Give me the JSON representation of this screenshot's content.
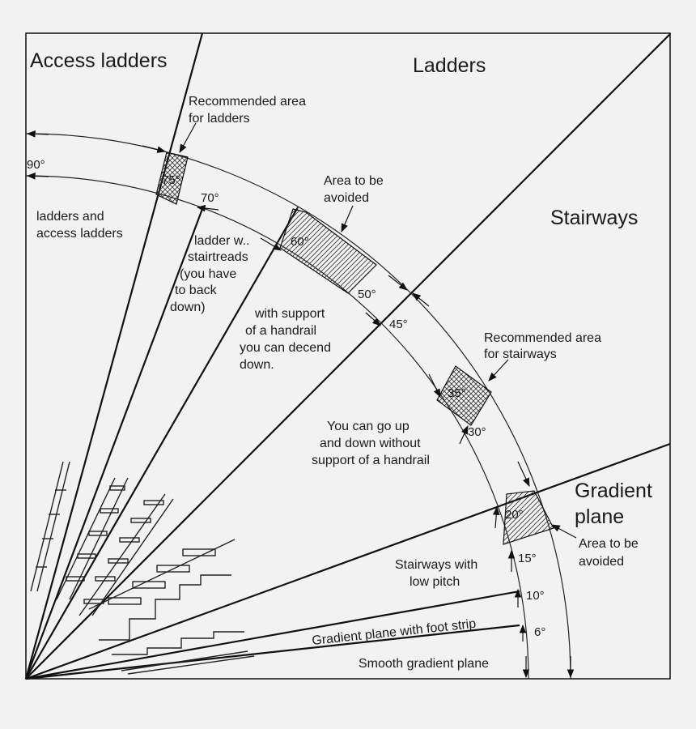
{
  "regions": {
    "access_ladders": "Access ladders",
    "ladders": "Ladders",
    "stairways": "Stairways",
    "gradient_plane_line1": "Gradient",
    "gradient_plane_line2": "plane"
  },
  "notes": {
    "recommended_ladders_1": "Recommended area",
    "recommended_ladders_2": "for ladders",
    "avoid_upper_1": "Area to be",
    "avoid_upper_2": "avoided",
    "recommended_stairs_1": "Recommended area",
    "recommended_stairs_2": "for stairways",
    "avoid_lower_1": "Area to be",
    "avoid_lower_2": "avoided",
    "ladders_access_1": "ladders and",
    "ladders_access_2": "access ladders",
    "stairtreads_1": "ladder w..",
    "stairtreads_2": "stairtreads",
    "stairtreads_3": "(you have",
    "stairtreads_4": "to back",
    "stairtreads_5": "down)",
    "handrail_1": "with support",
    "handrail_2": "of a handrail",
    "handrail_3": "you can decend",
    "handrail_4": "down.",
    "updown_1": "You can go up",
    "updown_2": "and down without",
    "updown_3": "support of a handrail",
    "low_pitch_1": "Stairways with",
    "low_pitch_2": "low pitch",
    "foot_strip": "Gradient plane with foot strip",
    "smooth": "Smooth gradient plane"
  },
  "angles": {
    "a90": "90°",
    "a75": "75°",
    "a70": "70°",
    "a60": "60°",
    "a50": "50°",
    "a45": "45°",
    "a35": "35°",
    "a30": "30°",
    "a20": "20°",
    "a15": "15°",
    "a10": "10°",
    "a6": "6°"
  }
}
